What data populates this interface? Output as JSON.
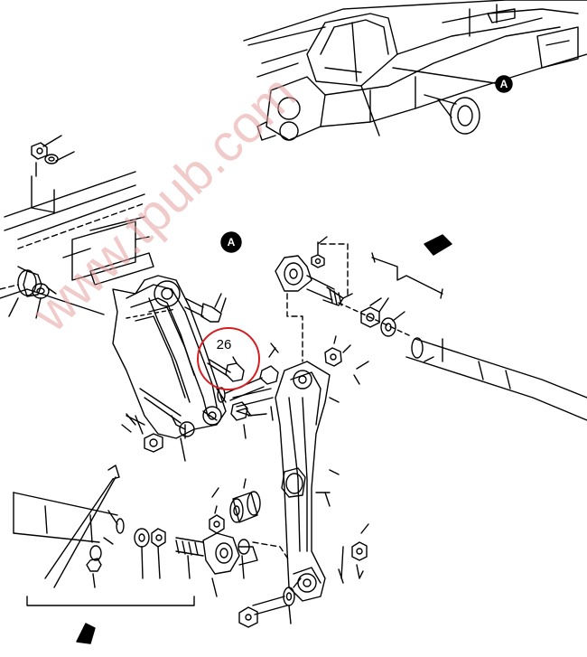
{
  "diagram": {
    "view_label": "A",
    "callout_number": "26",
    "watermark": "www.tpub.com",
    "callout_color": "#d42020",
    "line_color": "#000000"
  }
}
